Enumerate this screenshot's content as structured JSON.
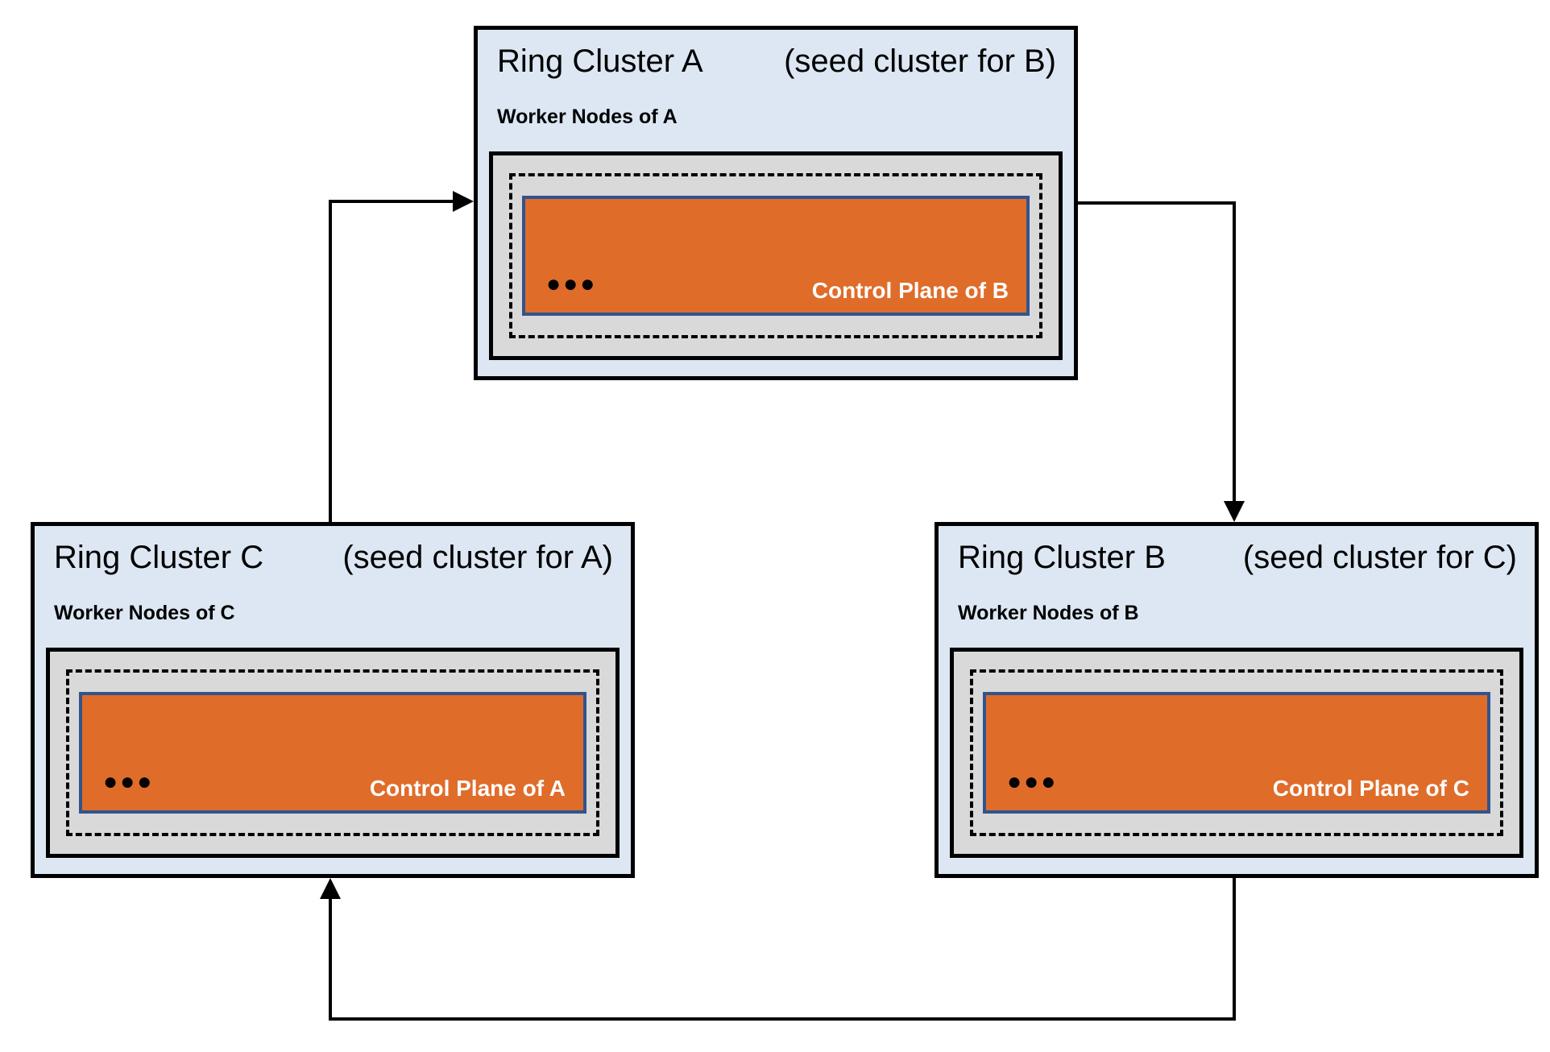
{
  "clusters": {
    "a": {
      "title": "Ring Cluster A",
      "seed_note": "(seed cluster for B)",
      "worker_label": "Worker Nodes of A",
      "control_plane_label": "Control Plane of B",
      "more_nodes": "●●●"
    },
    "b": {
      "title": "Ring Cluster B",
      "seed_note": "(seed cluster for C)",
      "worker_label": "Worker Nodes of B",
      "control_plane_label": "Control Plane of C",
      "more_nodes": "●●●"
    },
    "c": {
      "title": "Ring Cluster C",
      "seed_note": "(seed cluster for A)",
      "worker_label": "Worker Nodes of C",
      "control_plane_label": "Control Plane of A",
      "more_nodes": "●●●"
    }
  },
  "edges": [
    {
      "from": "Ring Cluster C",
      "to": "Ring Cluster A",
      "meaning": "C hosts control plane of A"
    },
    {
      "from": "Ring Cluster A",
      "to": "Ring Cluster B",
      "meaning": "A hosts control plane of B"
    },
    {
      "from": "Ring Cluster B",
      "to": "Ring Cluster C",
      "meaning": "B hosts control plane of C"
    }
  ],
  "colors": {
    "cluster_fill": "#DCE7F3",
    "node_fill": "#D9D9D9",
    "control_plane_fill": "#E06C2A",
    "control_plane_border": "#31548D",
    "control_plane_text": "#FFFFFF",
    "line": "#000000"
  }
}
